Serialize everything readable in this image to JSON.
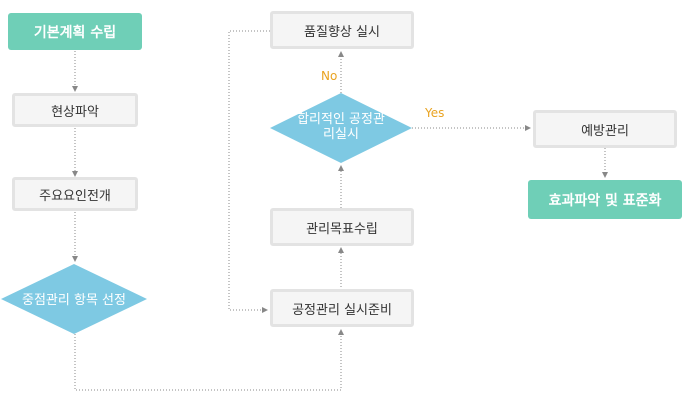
{
  "nodes": {
    "basic_plan": "기본계획 수립",
    "status_check": "현상파악",
    "main_factor": "주요요인전개",
    "focus_select": "중점관리 항목 선정",
    "quality_improve": "품질향상 실시",
    "rational_process": "합리적인 공정관리실시",
    "control_goal": "관리목표수립",
    "process_prep": "공정관리 실시준비",
    "prevention": "예방관리",
    "effect_standard": "효과파악 및 표준화"
  },
  "edge_labels": {
    "no": "No",
    "yes": "Yes"
  },
  "colors": {
    "teal": "#6fcfb7",
    "diamond": "#7ec9e3",
    "box_fill": "#f5f5f5",
    "box_border": "#e3e3e3",
    "arrow": "#888888",
    "label": "#e9a321"
  }
}
